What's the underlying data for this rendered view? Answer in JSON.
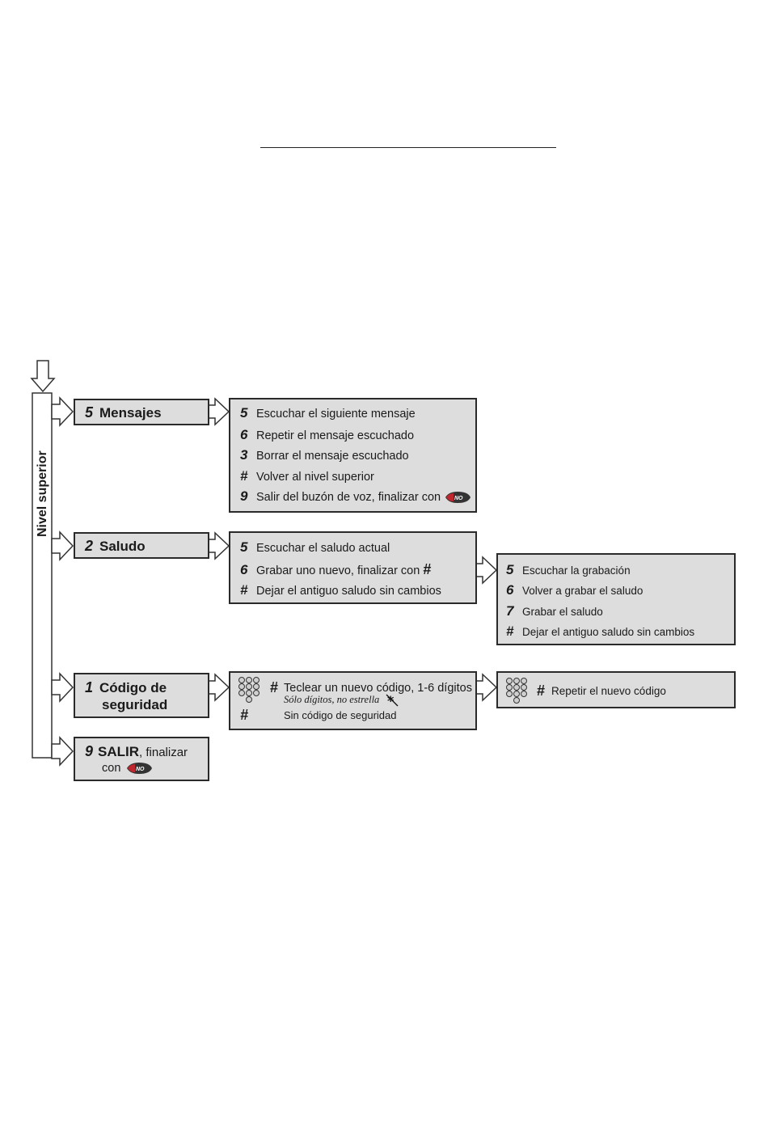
{
  "side_label": "Nivel superior",
  "menus": [
    {
      "key": "5",
      "label": "Mensajes"
    },
    {
      "key": "2",
      "label": "Saludo"
    },
    {
      "key": "1",
      "label_line1": "Código de",
      "label_line2": "seguridad"
    },
    {
      "key": "9",
      "label_bold": "SALIR",
      "label_rest": ", finalizar",
      "label_line2": "con"
    }
  ],
  "mensajes_options": [
    {
      "key": "5",
      "text": "Escuchar el siguiente mensaje"
    },
    {
      "key": "6",
      "text": "Repetir el mensaje escuchado"
    },
    {
      "key": "3",
      "text": "Borrar el mensaje escuchado"
    },
    {
      "key": "#",
      "text": "Volver al nivel superior"
    },
    {
      "key": "9",
      "text": "Salir del buzón de voz, finalizar con"
    }
  ],
  "saludo_options": [
    {
      "key": "5",
      "text": "Escuchar el saludo actual"
    },
    {
      "key": "6",
      "text": "Grabar uno nuevo, finalizar con",
      "suffix": "#"
    },
    {
      "key": "#",
      "text": "Dejar el antiguo saludo sin cambios"
    }
  ],
  "grabacion_options": [
    {
      "key": "5",
      "text": "Escuchar la grabación"
    },
    {
      "key": "6",
      "text": "Volver a grabar el saludo"
    },
    {
      "key": "7",
      "text": "Grabar el saludo"
    },
    {
      "key": "#",
      "text": "Dejar el antiguo saludo sin cambios"
    }
  ],
  "codigo_options": {
    "hash": "#",
    "new_code": "Teclear un nuevo código, 1-6 dígitos",
    "note": "Sólo dígitos, no estrella",
    "no_code_key": "#",
    "no_code": "Sin código de seguridad"
  },
  "repeat_code": {
    "hash": "#",
    "text": "Repetir el nuevo código"
  },
  "end_button_label": "NO",
  "colors": {
    "box_fill": "#dddddd",
    "border": "#2a2a2a",
    "end_button": "#c0262d"
  }
}
